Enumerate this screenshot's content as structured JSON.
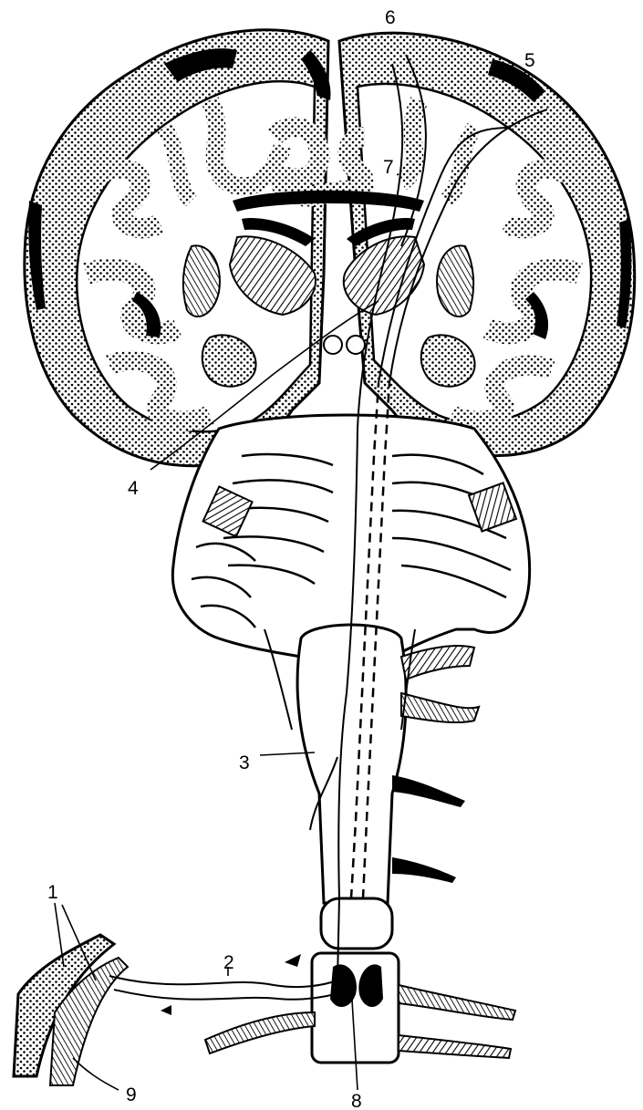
{
  "labels": {
    "l1": "1",
    "l2": "2",
    "l3": "3",
    "l4": "4",
    "l5": "5",
    "l6": "6",
    "l7": "7",
    "l8": "8",
    "l9": "9"
  },
  "colors": {
    "ink": "#000000",
    "paper": "#ffffff"
  }
}
